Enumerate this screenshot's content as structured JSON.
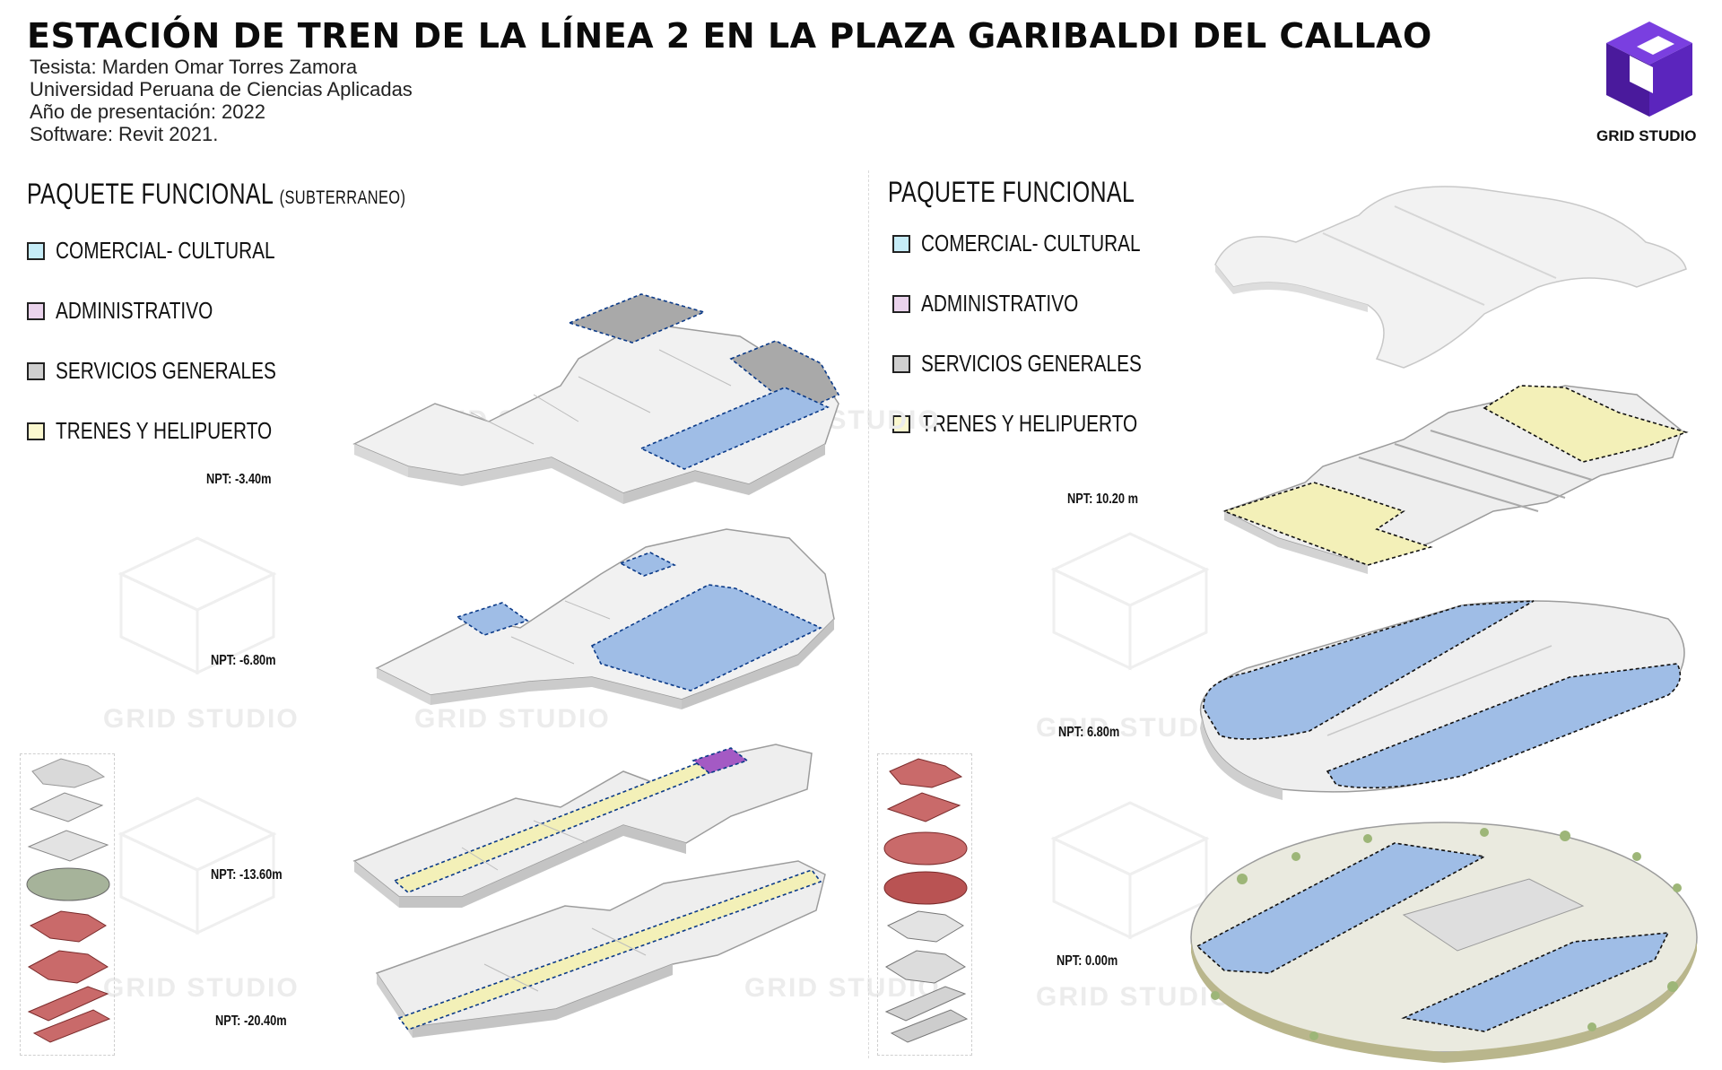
{
  "header": {
    "title": "ESTACIÓN DE TREN DE LA LÍNEA 2 EN LA PLAZA GARIBALDI DEL CALLAO",
    "lines": [
      "Tesista: Marden Omar Torres Zamora",
      "Universidad Peruana de Ciencias Aplicadas",
      "Año de presentación: 2022",
      "Software: Revit 2021."
    ]
  },
  "brand": {
    "name": "GRID STUDIO",
    "logo_icon": "grid-studio-cube-icon",
    "color": "#5b1fb8"
  },
  "watermark": "GRID STUDIO",
  "left_panel": {
    "heading": "PAQUETE FUNCIONAL",
    "heading_sub": "(SUBTERRANEO)",
    "legend": [
      {
        "label": "COMERCIAL- CULTURAL",
        "color": "#c6ecf7"
      },
      {
        "label": "ADMINISTRATIVO",
        "color": "#ead3ec"
      },
      {
        "label": "SERVICIOS GENERALES",
        "color": "#cfcfcf"
      },
      {
        "label": "TRENES Y HELIPUERTO",
        "color": "#fbf8cf"
      }
    ],
    "levels": [
      "NPT: -3.40m",
      "NPT: -6.80m",
      "NPT: -13.60m",
      "NPT: -20.40m"
    ]
  },
  "right_panel": {
    "heading": "PAQUETE FUNCIONAL",
    "legend": [
      {
        "label": "COMERCIAL- CULTURAL",
        "color": "#c6ecf7"
      },
      {
        "label": "ADMINISTRATIVO",
        "color": "#ead3ec"
      },
      {
        "label": "SERVICIOS GENERALES",
        "color": "#cfcfcf"
      },
      {
        "label": "TRENES Y HELIPUERTO",
        "color": "#fbf8cf"
      }
    ],
    "levels": [
      "NPT: 10.20 m",
      "NPT: 6.80m",
      "NPT: 0.00m"
    ]
  },
  "zone_colors": {
    "commercial": "#9fbde6",
    "administrative": "#a45ac4",
    "services": "#a9a9a9",
    "trains": "#f3f0b8",
    "highlight": "#c96a6a"
  }
}
